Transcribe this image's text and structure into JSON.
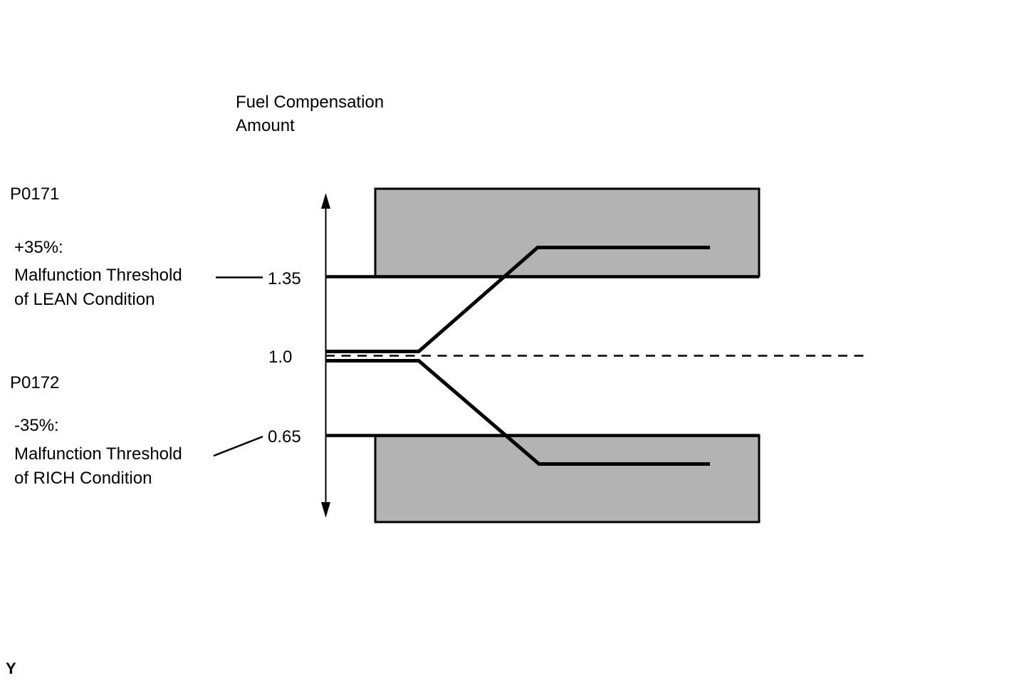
{
  "figure": {
    "axis_title_line1": "Fuel Compensation",
    "axis_title_line2": "Amount",
    "corner_label": "Y"
  },
  "axis_ticks": {
    "lean_threshold": "1.35",
    "normal": "1.0",
    "rich_threshold": "0.65"
  },
  "lean_annotation": {
    "dtc_code": "P0171",
    "offset": "+35%:",
    "desc_line1": "Malfunction Threshold",
    "desc_line2": "of LEAN Condition"
  },
  "rich_annotation": {
    "dtc_code": "P0172",
    "offset": "-35%:",
    "desc_line1": "Malfunction Threshold",
    "desc_line2": "of RICH Condition"
  },
  "colors": {
    "line": "#000000",
    "malfunction_zone_fill": "#b3b3b3",
    "background": "#ffffff"
  },
  "chart_data": {
    "type": "line",
    "title": "Fuel Compensation Amount",
    "ylabel": "Fuel Compensation Amount",
    "yticks": [
      0.65,
      1.0,
      1.35
    ],
    "ylim": [
      0.27,
      1.73
    ],
    "grid": false,
    "legend_position": "none",
    "reference_line": {
      "name": "normal-level",
      "y": 1.0,
      "style": "dashed"
    },
    "zones": [
      {
        "name": "lean-malfunction-zone",
        "dtc": "P0171",
        "y_from": 1.35,
        "y_to": 1.73,
        "fill": "#b3b3b3"
      },
      {
        "name": "rich-malfunction-zone",
        "dtc": "P0172",
        "y_from": 0.27,
        "y_to": 0.65,
        "fill": "#b3b3b3"
      }
    ],
    "series": [
      {
        "name": "lean-drift",
        "description": "fuel compensation rising past +35% lean threshold",
        "x": [
          0,
          0.23,
          0.53,
          0.95
        ],
        "y": [
          1.0,
          1.0,
          1.47,
          1.47
        ]
      },
      {
        "name": "rich-drift",
        "description": "fuel compensation falling past -35% rich threshold",
        "x": [
          0,
          0.23,
          0.53,
          0.95
        ],
        "y": [
          1.0,
          1.0,
          0.52,
          0.52
        ]
      }
    ],
    "annotations": [
      {
        "text": "P0171 +35%: Malfunction Threshold of LEAN Condition",
        "target_y": 1.35
      },
      {
        "text": "P0172 -35%: Malfunction Threshold of RICH Condition",
        "target_y": 0.65
      }
    ]
  }
}
